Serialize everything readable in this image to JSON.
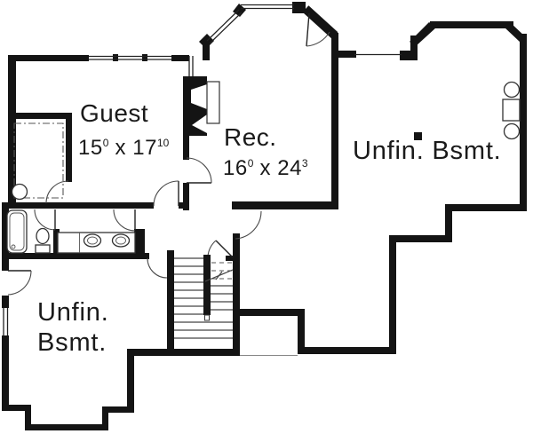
{
  "plan": {
    "type": "basement-floor-plan",
    "rooms": {
      "guest": {
        "label": "Guest",
        "dim": {
          "p1": "15",
          "p1s": "0",
          "p2": " x 17",
          "p2s": "10"
        }
      },
      "rec": {
        "label": "Rec.",
        "dim": {
          "p1": "16",
          "p1s": "0",
          "p2": " x 24",
          "p2s": "3"
        }
      },
      "unfin_right": {
        "label": "Unfin. Bsmt."
      },
      "unfin_left": {
        "label_line1": "Unfin.",
        "label_line2": "Bsmt."
      }
    },
    "symbols": [
      "bathtub",
      "toilet",
      "double-sink-vanity",
      "closet-rod-shelf",
      "sump-circle",
      "fireplace",
      "hearth",
      "staircase-up-arrow",
      "water-heater-circle",
      "furnace-square",
      "tank-circle",
      "support-post",
      "window",
      "door-swing"
    ],
    "colors": {
      "wall": "#141414",
      "line": "#333333",
      "background": "#ffffff",
      "text": "#1a1a1a"
    }
  }
}
